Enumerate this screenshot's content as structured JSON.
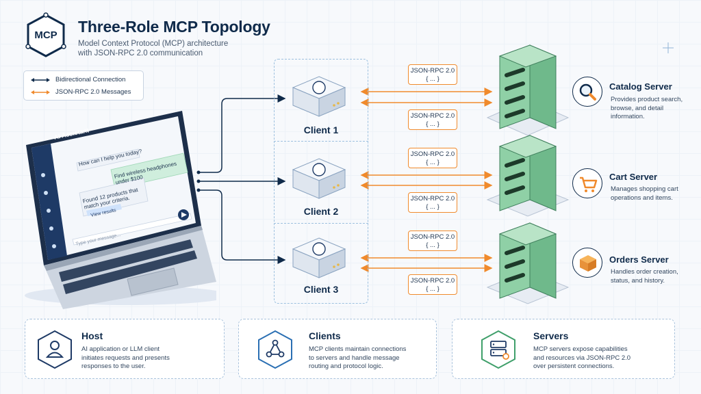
{
  "header": {
    "logo_text": "MCP",
    "title": "Three-Role MCP Topology",
    "subtitle_line1": "Model Context Protocol (MCP) architecture",
    "subtitle_line2": "with JSON-RPC 2.0 communication"
  },
  "legend": {
    "bidirectional": "Bidirectional Connection",
    "messages": "JSON-RPC 2.0 Messages"
  },
  "laptop": {
    "app_title": "AI Assistant",
    "msg_bot_1": "How can I help you today?",
    "msg_user_1_line1": "Find wireless headphones",
    "msg_user_1_line2": "under $100",
    "msg_bot_2_line1": "Found 12 products that",
    "msg_bot_2_line2": "match your criteria.",
    "view_results": "View results",
    "input_placeholder": "Type your message..."
  },
  "clients": [
    {
      "label": "Client 1"
    },
    {
      "label": "Client 2"
    },
    {
      "label": "Client 3"
    }
  ],
  "messages": {
    "line1": "JSON-RPC 2.0",
    "line2": "{ ... }"
  },
  "servers": [
    {
      "title": "Catalog Server",
      "desc_line1": "Provides product search,",
      "desc_line2": "browse, and detail",
      "desc_line3": "information.",
      "icon": "magnifier-icon"
    },
    {
      "title": "Cart Server",
      "desc_line1": "Manages shopping cart",
      "desc_line2": "operations and items.",
      "desc_line3": "",
      "icon": "cart-icon"
    },
    {
      "title": "Orders Server",
      "desc_line1": "Handles order creation,",
      "desc_line2": "status, and history.",
      "desc_line3": "",
      "icon": "package-icon"
    }
  ],
  "cards": {
    "host": {
      "title": "Host",
      "line1": "AI application or LLM client",
      "line2": "initiates requests and presents",
      "line3": "responses to the user."
    },
    "clients": {
      "title": "Clients",
      "line1": "MCP clients maintain connections",
      "line2": "to servers and handle message",
      "line3": "routing and protocol logic."
    },
    "servers": {
      "title": "Servers",
      "line1": "MCP servers expose capabilities",
      "line2": "and resources via JSON-RPC 2.0",
      "line3": "over persistent connections."
    }
  },
  "colors": {
    "navy": "#0f2a4a",
    "orange": "#f08a2c",
    "server_green": "#8fd0a6",
    "accent_blue": "#2a6fb3"
  }
}
